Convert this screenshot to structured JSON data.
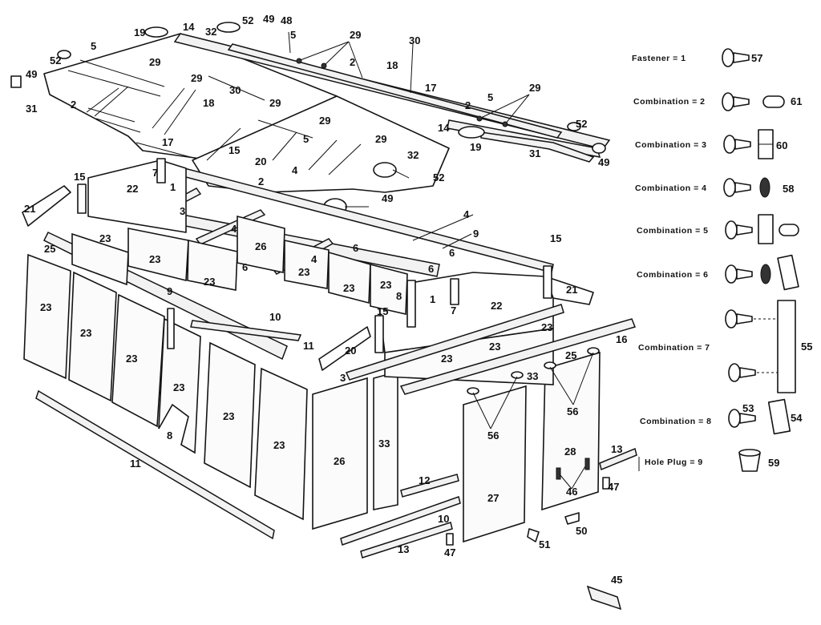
{
  "part_numbers": {
    "n1": "1",
    "n2": "2",
    "n3": "3",
    "n4": "4",
    "n5": "5",
    "n6": "6",
    "n7": "7",
    "n8": "8",
    "n9": "9",
    "n10": "10",
    "n11": "11",
    "n12": "12",
    "n13": "13",
    "n14": "14",
    "n15": "15",
    "n16": "16",
    "n17": "17",
    "n18": "18",
    "n19": "19",
    "n20": "20",
    "n21": "21",
    "n22": "22",
    "n23": "23",
    "n25": "25",
    "n26": "26",
    "n27": "27",
    "n28": "28",
    "n29": "29",
    "n30": "30",
    "n31": "31",
    "n32": "32",
    "n33": "33",
    "n45": "45",
    "n46": "46",
    "n47": "47",
    "n48": "48",
    "n49": "49",
    "n50": "50",
    "n51": "51",
    "n52": "52",
    "n56": "56"
  },
  "legend": [
    {
      "label": "Fastener  = 1",
      "part": "57"
    },
    {
      "label": "Combination  = 2",
      "part": "61"
    },
    {
      "label": "Combination  = 3",
      "part": "60"
    },
    {
      "label": "Combination  = 4",
      "part": "58"
    },
    {
      "label": "Combination  = 5",
      "part": ""
    },
    {
      "label": "Combination  = 6",
      "part": ""
    },
    {
      "label": "Combination  = 7",
      "part": "55"
    },
    {
      "label": "Combination  = 8",
      "part": "54",
      "part2": "53"
    },
    {
      "label": "Hole Plug     = 9",
      "part": "59"
    }
  ]
}
